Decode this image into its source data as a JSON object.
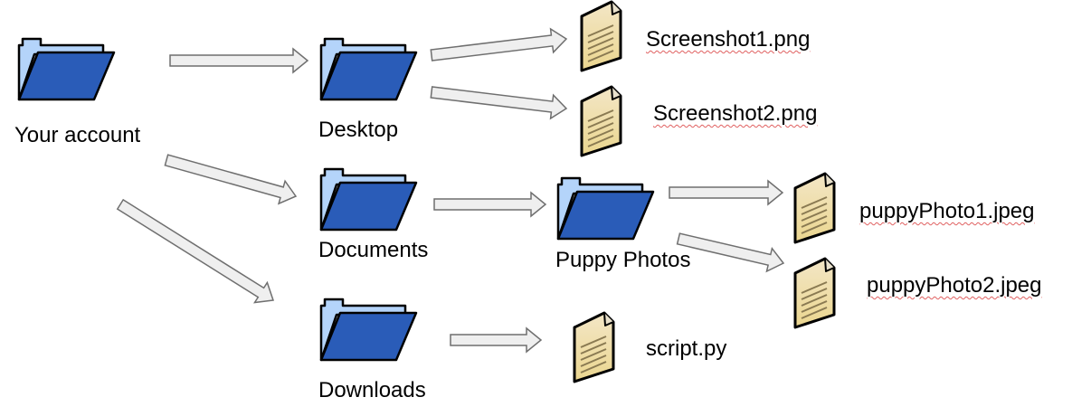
{
  "diagram": {
    "type": "file-tree",
    "colors": {
      "folder_back": "#b4d4fa",
      "folder_front": "#2a5cb8",
      "file_fill_top": "#f3e6c6",
      "file_fill_bottom": "#ebd68f",
      "file_lines": "#8a7a52",
      "arrow_fill": "#efefef",
      "arrow_stroke": "#6f6f6f",
      "spellcheck_underline": "#e06060"
    },
    "nodes": [
      {
        "id": "your-account",
        "kind": "folder",
        "label": "Your account"
      },
      {
        "id": "desktop",
        "kind": "folder",
        "label": "Desktop"
      },
      {
        "id": "documents",
        "kind": "folder",
        "label": "Documents"
      },
      {
        "id": "downloads",
        "kind": "folder",
        "label": "Downloads"
      },
      {
        "id": "puppy-photos",
        "kind": "folder",
        "label": "Puppy Photos"
      },
      {
        "id": "screenshot1",
        "kind": "file",
        "label": "Screenshot1.png",
        "spellcheck_flag": true
      },
      {
        "id": "screenshot2",
        "kind": "file",
        "label": "Screenshot2.png",
        "spellcheck_flag": true
      },
      {
        "id": "puppyphoto1",
        "kind": "file",
        "label": "puppyPhoto1.jpeg",
        "spellcheck_flag": true
      },
      {
        "id": "puppyphoto2",
        "kind": "file",
        "label": "puppyPhoto2.jpeg",
        "spellcheck_flag": true
      },
      {
        "id": "script-py",
        "kind": "file",
        "label": "script.py",
        "spellcheck_flag": false
      }
    ],
    "edges": [
      {
        "from": "your-account",
        "to": "desktop"
      },
      {
        "from": "your-account",
        "to": "documents"
      },
      {
        "from": "your-account",
        "to": "downloads"
      },
      {
        "from": "desktop",
        "to": "screenshot1"
      },
      {
        "from": "desktop",
        "to": "screenshot2"
      },
      {
        "from": "documents",
        "to": "puppy-photos"
      },
      {
        "from": "puppy-photos",
        "to": "puppyphoto1"
      },
      {
        "from": "puppy-photos",
        "to": "puppyphoto2"
      },
      {
        "from": "downloads",
        "to": "script-py"
      }
    ]
  }
}
